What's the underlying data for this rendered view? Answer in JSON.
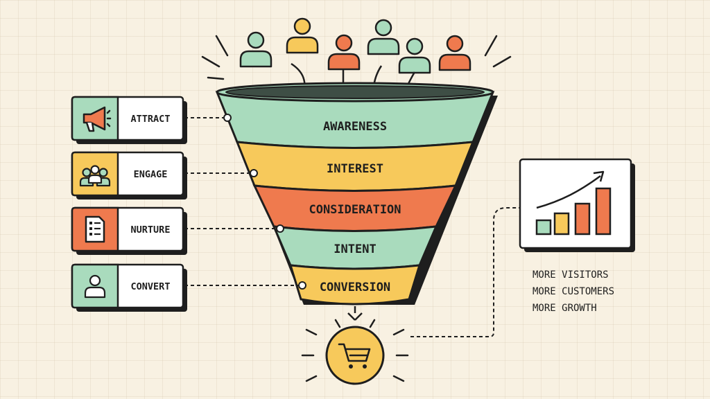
{
  "funnel": {
    "stages": [
      {
        "label": "AWARENESS",
        "color": "#a9dbbd"
      },
      {
        "label": "INTEREST",
        "color": "#f7c95b"
      },
      {
        "label": "CONSIDERATION",
        "color": "#ef7a4e"
      },
      {
        "label": "INTENT",
        "color": "#a9dbbd"
      },
      {
        "label": "CONVERSION",
        "color": "#f7c95b"
      }
    ],
    "rim_interior_color": "#3e4e45"
  },
  "actions": [
    {
      "label": "ATTRACT",
      "icon": "megaphone-icon",
      "accent": "#a9dbbd"
    },
    {
      "label": "ENGAGE",
      "icon": "group-icon",
      "accent": "#f7c95b"
    },
    {
      "label": "NURTURE",
      "icon": "document-icon",
      "accent": "#ef7a4e"
    },
    {
      "label": "CONVERT",
      "icon": "user-icon",
      "accent": "#a9dbbd"
    }
  ],
  "people": [
    {
      "icon": "person-icon",
      "color": "#a9dbbd"
    },
    {
      "icon": "person-icon",
      "color": "#f7c95b"
    },
    {
      "icon": "person-icon",
      "color": "#ef7a4e"
    },
    {
      "icon": "person-icon",
      "color": "#a9dbbd"
    },
    {
      "icon": "person-icon",
      "color": "#a9dbbd"
    },
    {
      "icon": "person-icon",
      "color": "#ef7a4e"
    }
  ],
  "benefits": [
    "MORE VISITORS",
    "MORE CUSTOMERS",
    "MORE GROWTH"
  ],
  "growth_chart": {
    "icon": "bar-chart-icon",
    "bar_colors": [
      "#a9dbbd",
      "#f7c95b",
      "#ef7a4e",
      "#ef7a4e"
    ]
  },
  "outcome": {
    "icon": "shopping-cart-icon",
    "color": "#f7c95b"
  },
  "colors": {
    "ink": "#1e1e1e",
    "background": "#f8f1e2",
    "card": "#ffffff"
  }
}
